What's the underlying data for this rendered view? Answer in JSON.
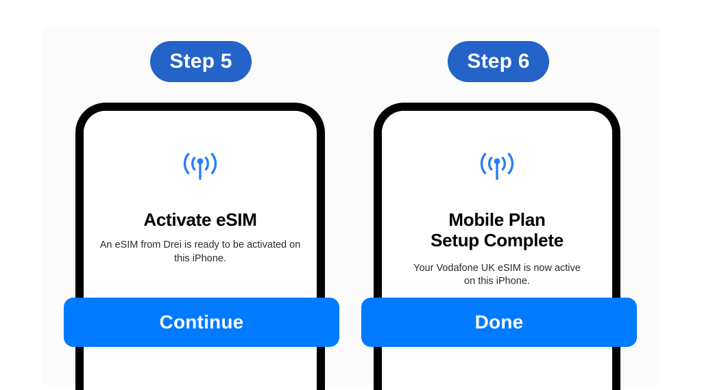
{
  "meta": {
    "background_color": "#ffffff",
    "badge_color": "#2463c8",
    "button_color": "#007aff",
    "frame_color": "#000000",
    "icon_color": "#2b7dfa",
    "title_color": "#000000",
    "subtitle_color": "#2b2b2b"
  },
  "steps": [
    {
      "badge_label": "Step 5",
      "icon_name": "cellular-antenna-icon",
      "title": "Activate eSIM",
      "subtitle": "An eSIM from Drei is ready to be activated on this iPhone.",
      "button_label": "Continue"
    },
    {
      "badge_label": "Step 6",
      "icon_name": "cellular-antenna-icon",
      "title_line1": "Mobile Plan",
      "title_line2": "Setup Complete",
      "subtitle": "Your Vodafone UK eSIM is now active on this iPhone.",
      "button_label": "Done"
    }
  ]
}
